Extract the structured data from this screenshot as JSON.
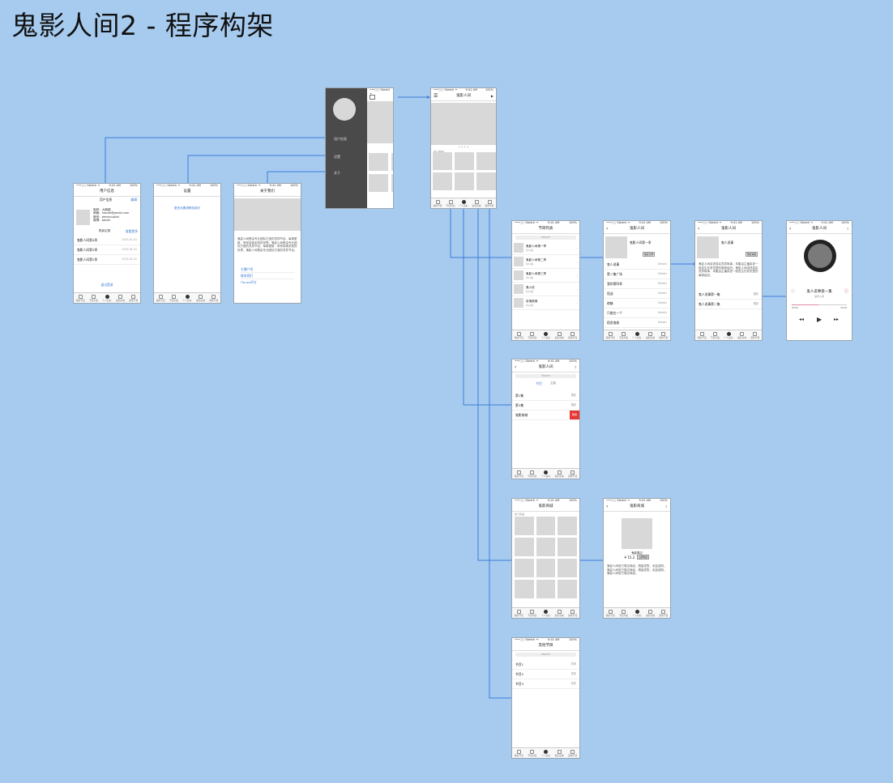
{
  "title": "鬼影人间2 - 程序构架",
  "status": {
    "carrier": "•••○○ Sketch ᯤ",
    "time": "9:41 AM",
    "battery": "100%"
  },
  "tabs": [
    "我的节目",
    "节目列表",
    "个人喜好",
    "鬼影商城",
    "其他节目"
  ],
  "drawer": {
    "items": [
      "用户信息",
      "设置",
      "关于"
    ]
  },
  "home": {
    "title": "鬼影人间",
    "section_label": "热门推荐"
  },
  "user_info": {
    "title": "用户信息",
    "section": "用户信息",
    "edit": "编辑",
    "fields": [
      "昵称：大胸嫂",
      "邮箱：haode@gmail.com",
      "微信：beishoujishi",
      "微博：beishi"
    ],
    "record_label": "购买记录",
    "record_more": "查看更多",
    "records": [
      {
        "name": "鬼影人间第4季",
        "date": "2015-01-01"
      },
      {
        "name": "鬼影人间第3季",
        "date": "2015-01-01"
      },
      {
        "name": "鬼影人间第2季",
        "date": "2015-01-01"
      }
    ],
    "logout": "退出登录"
  },
  "settings": {
    "title": "设置",
    "link": "更多设置请联络我们"
  },
  "about": {
    "title": "关于我们",
    "body": "鬼影人间是由专业团队打造的灵异节目，每周更新，带你探索未知的世界。鬼影人间是由专业团队打造的灵异节目，每周更新，带你探索未知的世界。鬼影人间是由专业团队打造的灵异节目。",
    "links": [
      "主播介绍",
      "联系我们",
      "iTunes评分"
    ]
  },
  "program_list": {
    "title": "节目列表",
    "search": "Search",
    "items": [
      {
        "name": "鬼影人间第一季",
        "sub": "共12集"
      },
      {
        "name": "鬼影人间第二季",
        "sub": "共12集"
      },
      {
        "name": "鬼影人间第三季",
        "sub": "共12集"
      },
      {
        "name": "鬼小说",
        "sub": "共12集"
      },
      {
        "name": "讲鬼故事",
        "sub": "共12集"
      }
    ]
  },
  "season": {
    "title": "鬼影人间",
    "header": "鬼影人间第一季",
    "buy": "购买全季",
    "episodes": [
      "鬼人说事",
      "第二集广场",
      "我的第四季",
      "怪谈",
      "夜魅",
      "只能在一个",
      "宿舍鬼故"
    ],
    "detail": "Details"
  },
  "episode": {
    "title": "鬼影人间",
    "name": "鬼人说事",
    "buy": "购买本集",
    "body": "鬼影人间讲述真实灵异故事，本集由主播讲述一段发生在老宅里的离奇经历。鬼影人间讲述真实灵异故事，本集由主播讲述一段发生在老宅里的离奇经历。",
    "parts": [
      {
        "name": "鬼人说事第一集",
        "tag": "播放"
      },
      {
        "name": "鬼人说事第二集",
        "tag": "播放"
      }
    ]
  },
  "player": {
    "title": "鬼影人间",
    "track": "鬼人说事第一集",
    "sub": "鬼影人间",
    "time_start": "00:00",
    "time_end": "30:00"
  },
  "favorites": {
    "title": "鬼影人间",
    "search": "Search",
    "seg": [
      "节目",
      "主播"
    ],
    "rows": [
      {
        "name": "第1集",
        "v": "播放"
      },
      {
        "name": "第2集",
        "v": "播放"
      },
      {
        "name": "鬼影商城",
        "v": ""
      }
    ],
    "delete": "删除"
  },
  "shop": {
    "title": "鬼影商城",
    "section_label": "热门商品"
  },
  "product": {
    "title": "鬼影商城",
    "name": "鬼影周边",
    "price": "¥ 15.2",
    "buy": "立即购买",
    "body": "鬼影人间官方周边商品，限量发售，欢迎选购。鬼影人间官方周边商品，限量发售，欢迎选购。鬼影人间官方周边商品。"
  },
  "other": {
    "title": "其他节目",
    "search": "Search",
    "rows": [
      {
        "name": "节目1",
        "v": "查看"
      },
      {
        "name": "节目2",
        "v": "查看"
      },
      {
        "name": "节目3",
        "v": "查看"
      }
    ]
  },
  "colors": {
    "background": "#a6cbef",
    "connector": "#3d7bd9",
    "drawer": "#4a4a4a",
    "link": "#3a7bd5",
    "delete": "#e53935"
  }
}
